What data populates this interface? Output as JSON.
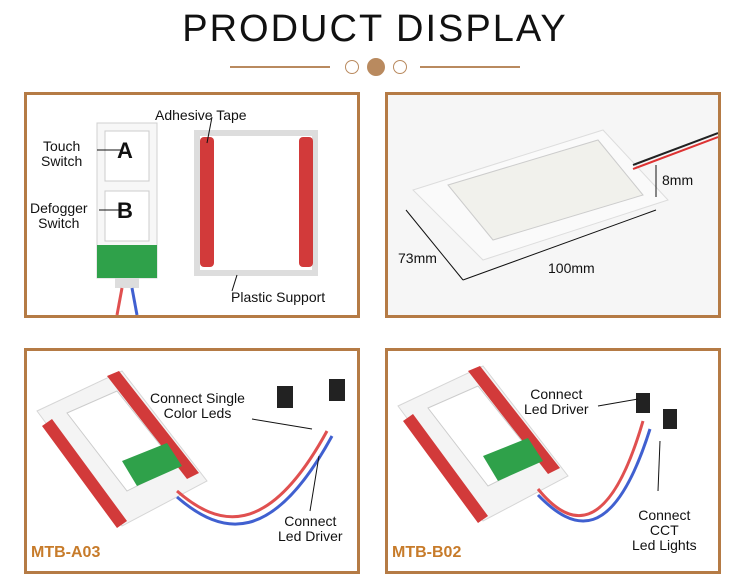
{
  "title": "PRODUCT DISPLAY",
  "panel1": {
    "adhesive_tape": "Adhesive Tape",
    "touch_switch": "Touch\nSwitch",
    "touch_a": "A",
    "defogger_switch": "Defogger\nSwitch",
    "defogger_b": "B",
    "plastic_support": "Plastic Support"
  },
  "panel2": {
    "height": "8mm",
    "width": "73mm",
    "length": "100mm"
  },
  "panel3": {
    "connect_single": "Connect Single\nColor Leds",
    "connect_driver": "Connect\nLed Driver",
    "model": "MTB-A03"
  },
  "panel4": {
    "connect_driver": "Connect\nLed Driver",
    "connect_cct": "Connect\nCCT\nLed Lights",
    "model": "MTB-B02"
  },
  "colors": {
    "accent": "#b57b45",
    "tape": "#d23a3a",
    "pcb": "#2fa14a",
    "model": "#c77b2a"
  }
}
